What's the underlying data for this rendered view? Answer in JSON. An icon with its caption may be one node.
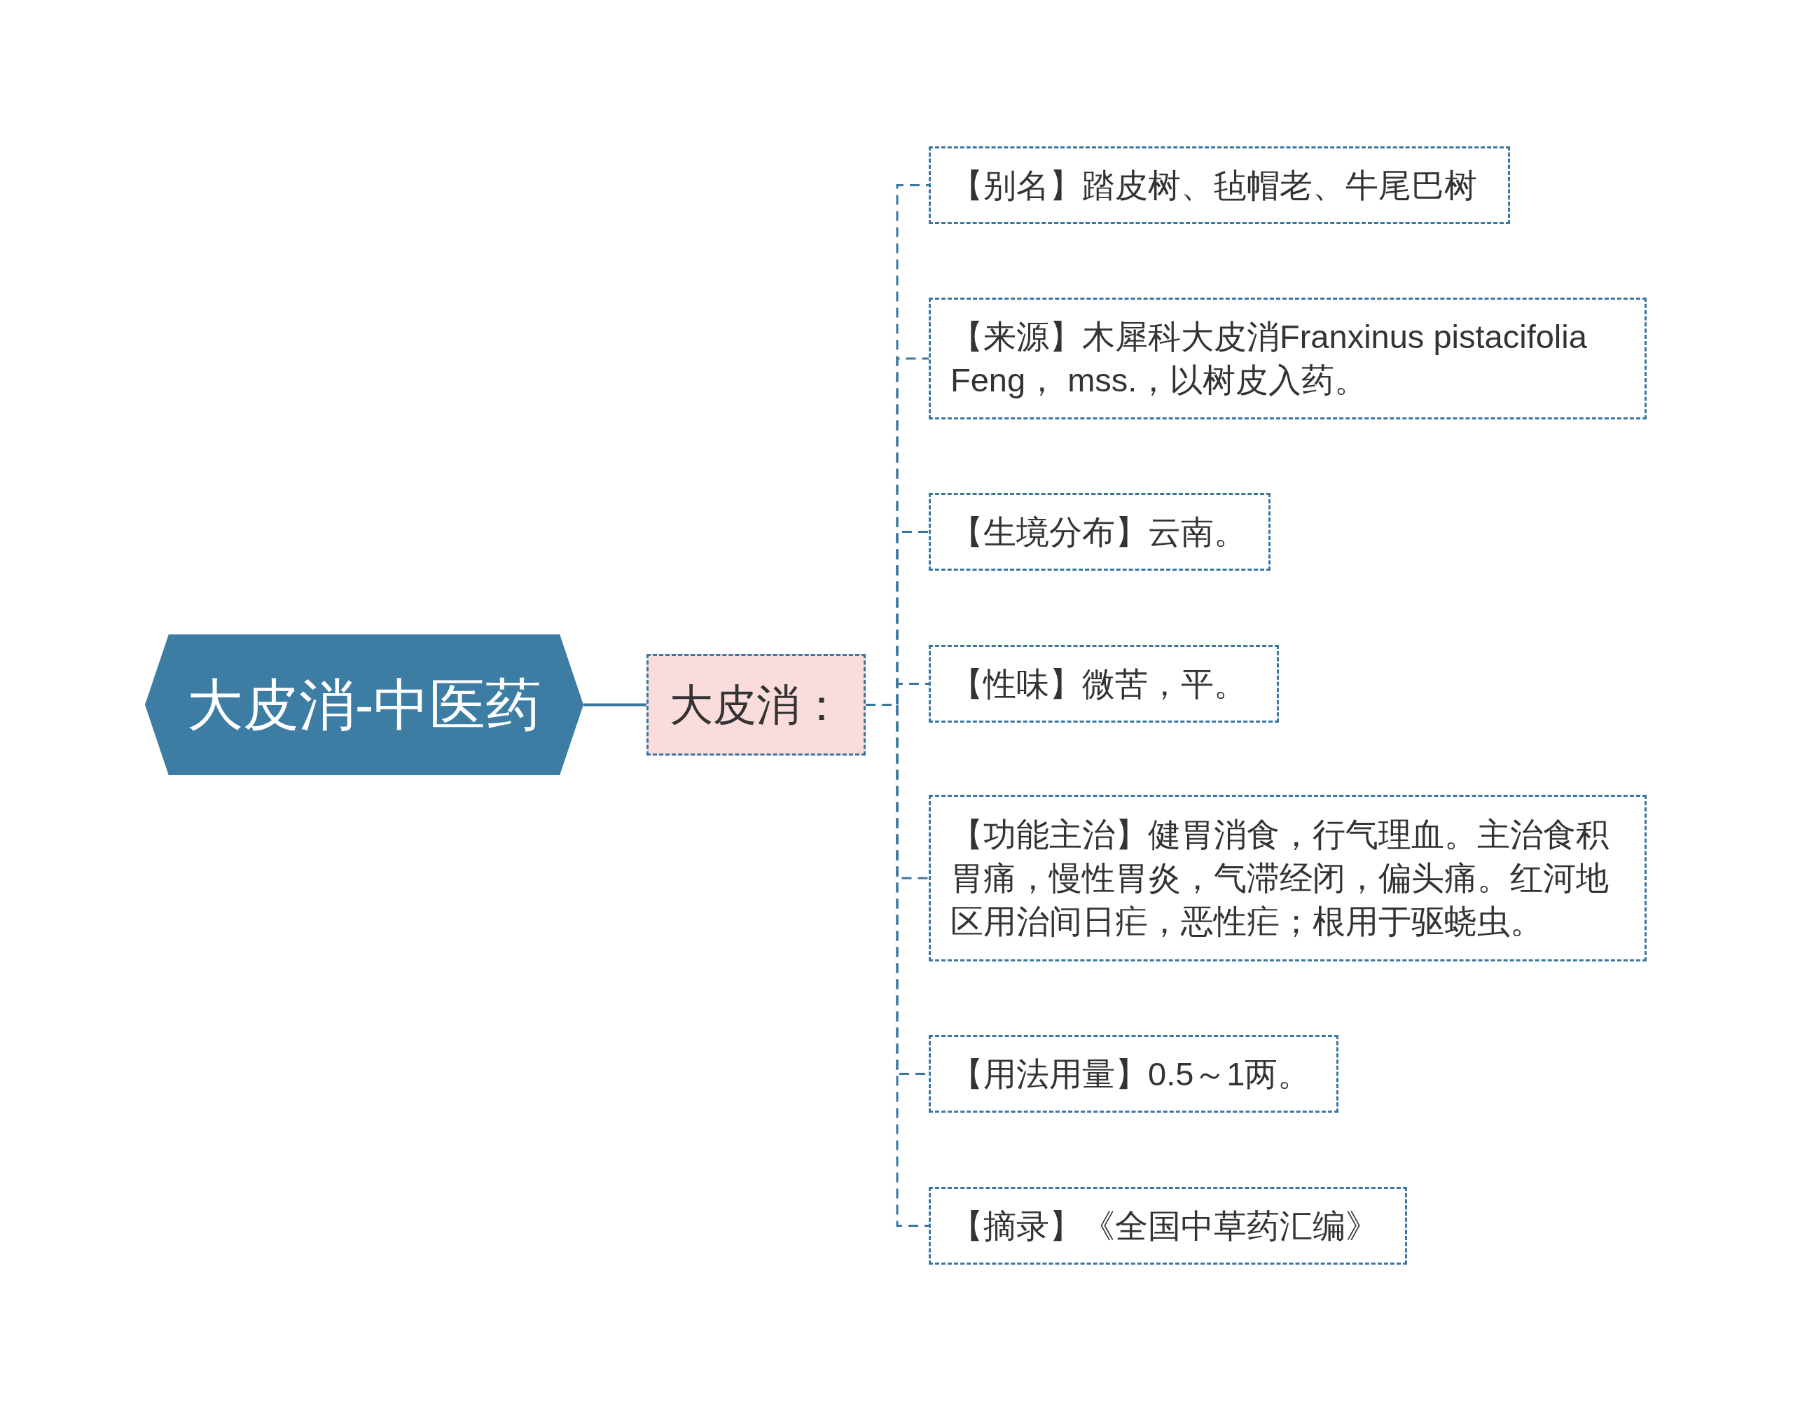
{
  "diagram": {
    "nodes": [
      {
        "text": [
          "大皮消-中医药"
        ]
      },
      {
        "text": [
          "大皮消："
        ]
      },
      {
        "text": [
          "【别名】踏皮树、毡帽老、牛尾巴树"
        ]
      },
      {
        "text": [
          "【来源】木犀科大皮消Franxinus pistacifolia Feng， mss.，以树皮入药。"
        ]
      },
      {
        "text": [
          "【生境分布】云南。"
        ]
      },
      {
        "text": [
          "【性味】微苦，平。"
        ]
      },
      {
        "text": [
          "【功能主治】健胃消食，行气理血。主治食积胃痛，慢性胃炎，气滞经闭，偏头痛。红河地区用治间日疟，恶性疟；根用于驱蛲虫。"
        ]
      },
      {
        "text": [
          "【用法用量】0.5～1两。"
        ]
      },
      {
        "text": [
          "【摘录】《全国中草药汇编》"
        ]
      }
    ],
    "edges": [
      {
        "from": 0,
        "to": 1,
        "arrow": "none"
      },
      {
        "from": 1,
        "to": 2,
        "arrow": "none",
        "style": "dashed"
      },
      {
        "from": 1,
        "to": 3,
        "arrow": "none",
        "style": "dashed"
      },
      {
        "from": 1,
        "to": 4,
        "arrow": "none",
        "style": "dashed"
      },
      {
        "from": 1,
        "to": 5,
        "arrow": "none",
        "style": "dashed"
      },
      {
        "from": 1,
        "to": 6,
        "arrow": "none",
        "style": "dashed"
      },
      {
        "from": 1,
        "to": 7,
        "arrow": "none",
        "style": "dashed"
      },
      {
        "from": 1,
        "to": 8,
        "arrow": "none",
        "style": "dashed"
      }
    ]
  }
}
